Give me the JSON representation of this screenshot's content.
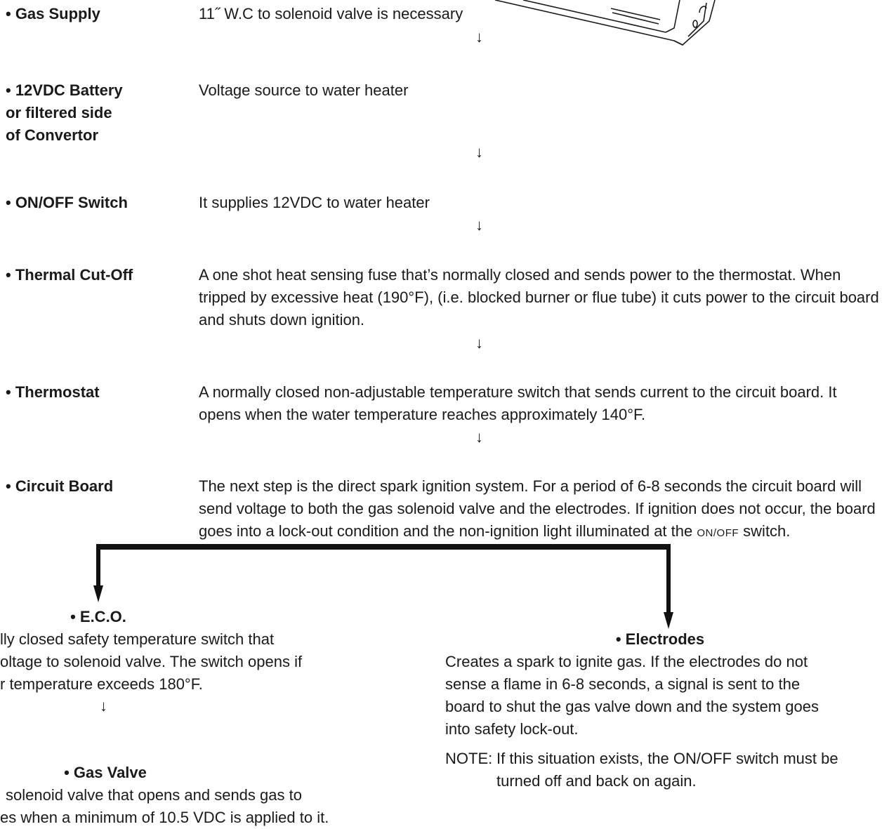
{
  "steps": [
    {
      "label": "• Gas Supply",
      "text": "11˝ W.C to solenoid valve is necessary"
    },
    {
      "label": "• 12VDC Battery\n   or filtered side\n   of Convertor",
      "text": "Voltage source to water heater"
    },
    {
      "label": "• ON/OFF Switch",
      "text": "It supplies 12VDC to water heater"
    },
    {
      "label": "• Thermal Cut-Off",
      "text": "A one shot heat sensing fuse that’s normally closed and sends power to the thermostat. When tripped by excessive heat (190°F), (i.e. blocked burner or flue tube) it cuts power to the circuit board and shuts down ignition."
    },
    {
      "label": "• Thermostat",
      "text": "A normally closed non-adjustable temperature switch that sends current to the circuit board. It opens when the water temperature reaches approximately 140°F."
    },
    {
      "label": "• Circuit Board",
      "text_main": "The next step is the direct spark ignition system. For a period of 6-8 seconds the circuit board will send voltage to both the gas solenoid valve and the electrodes. If ignition does not occur, the board goes into a lock-out condition and  the non-ignition light illuminated at the",
      "text_smallcaps": "ON/OFF",
      "text_end": "switch."
    }
  ],
  "arrow_glyph": "↓",
  "eco": {
    "title": "• E.C.O.",
    "lines": [
      "lly closed safety temperature switch that",
      "oltage to solenoid valve. The switch opens if",
      "r temperature exceeds 180°F."
    ]
  },
  "gas_valve": {
    "title": "• Gas Valve",
    "lines": [
      "solenoid valve that opens and sends gas to",
      "es when a minimum of 10.5 VDC is applied to it."
    ]
  },
  "electrodes": {
    "title": "• Electrodes",
    "lines": [
      "Creates a spark to ignite gas. If the electrodes do not",
      "sense a flame in 6-8 seconds, a signal is sent to the",
      "board to shut the gas valve down and the system goes",
      "into safety lock-out."
    ],
    "note_prefix": "NOTE:",
    "note_lines": [
      "If this situation exists, the ON/OFF switch must be",
      "turned off and back on again."
    ]
  }
}
